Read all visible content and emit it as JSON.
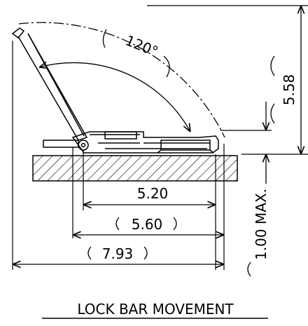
{
  "dimensions": {
    "angle": "120°",
    "height_total": "5.58",
    "height_max": "1.00 MAX.",
    "width_inner": "5.20",
    "width_mid": "5.60",
    "width_outer": "7.93"
  },
  "caption": "LOCK BAR MOVEMENT",
  "colors": {
    "line": "#000000",
    "background": "#ffffff"
  }
}
